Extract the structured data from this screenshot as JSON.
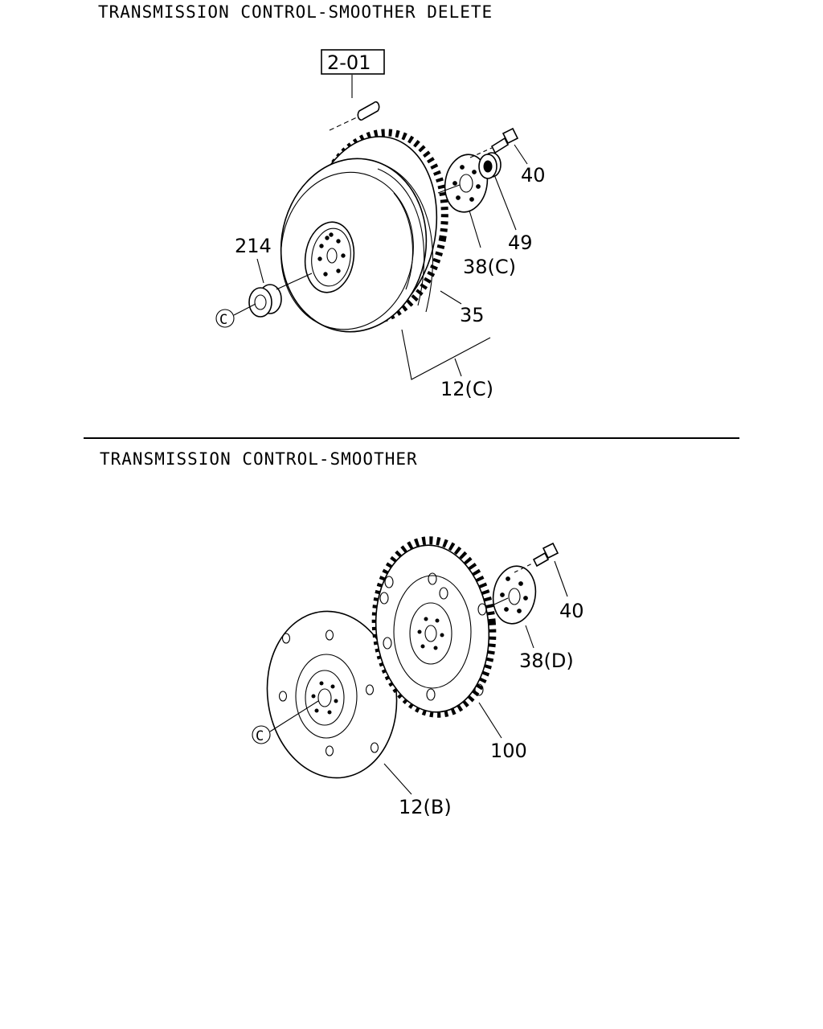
{
  "sections": [
    {
      "title": "TRANSMISSION CONTROL-SMOOTHER DELETE",
      "ref_box": "2-01",
      "callouts": {
        "bolt": "40",
        "bearing": "49",
        "plate": "38(C)",
        "spacer": "214",
        "ring_gear": "35",
        "assembly": "12(C)",
        "circle_ref": "C"
      }
    },
    {
      "title": "TRANSMISSION CONTROL-SMOOTHER",
      "callouts": {
        "bolt": "40",
        "plate": "38(D)",
        "ring_gear_plate": "100",
        "flexplate": "12(B)",
        "circle_ref": "C"
      }
    }
  ]
}
